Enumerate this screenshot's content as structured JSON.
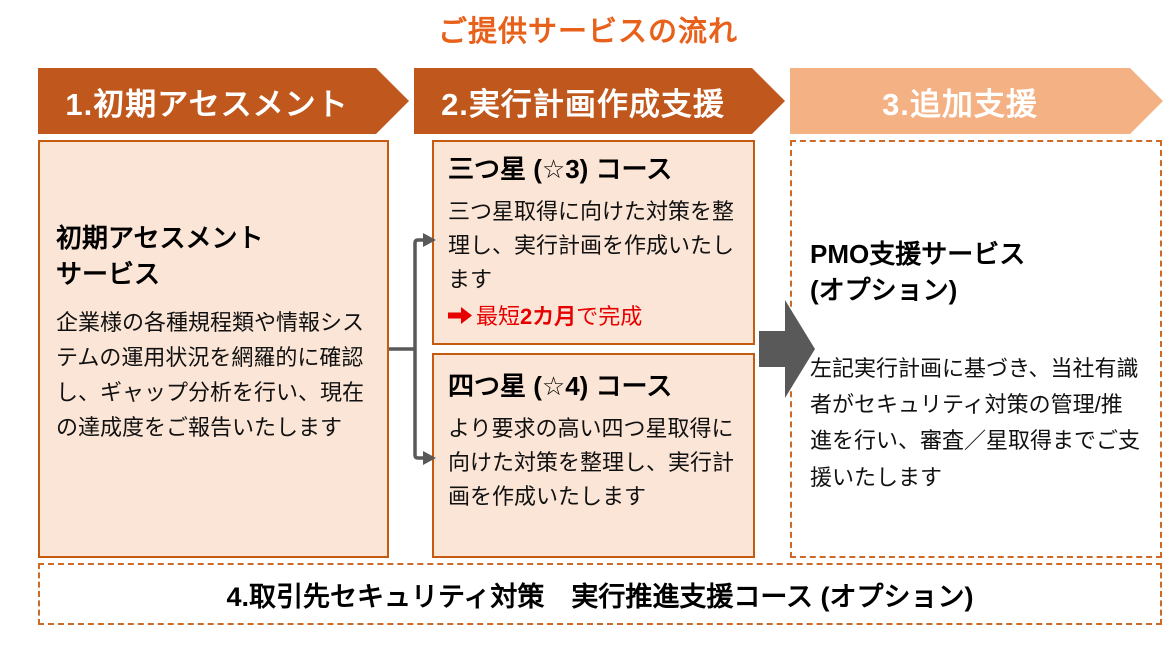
{
  "title": "ご提供サービスの流れ",
  "colors": {
    "accent-dark": "#C0571C",
    "accent-light": "#F4B183",
    "accent-title": "#E8611B",
    "box-fill": "#FBE5D6",
    "box-border": "#C55A11",
    "dashed-border": "#CE6A28",
    "arrow-gray": "#595959",
    "highlight-red": "#E60000"
  },
  "steps": [
    {
      "label": "1.初期アセスメント"
    },
    {
      "label": "2.実行計画作成支援"
    },
    {
      "label": "3.追加支援"
    }
  ],
  "assessment": {
    "heading_line1": "初期アセスメント",
    "heading_line2": "サービス",
    "body": "企業様の各種規程類や情報システムの運用状況を網羅的に確認し、ギャップ分析を行い、現在の達成度をご報告いたします"
  },
  "courses": [
    {
      "heading": "三つ星 (☆3) コース",
      "body": "三つ星取得に向けた対策を整理し、実行計画を作成いたします",
      "note_prefix": "最短",
      "note_bold": "2カ月",
      "note_suffix": "で完成"
    },
    {
      "heading": "四つ星 (☆4) コース",
      "body": "より要求の高い四つ星取得に向けた対策を整理し、実行計画を作成いたします"
    }
  ],
  "pmo": {
    "heading_line1": "PMO支援サービス",
    "heading_line2": "(オプション)",
    "body": "左記実行計画に基づき、当社有識者がセキュリティ対策の管理/推進を行い、審査／星取得までご支援いたします"
  },
  "footer": {
    "label": "4.取引先セキュリティ対策　実行推進支援コース (オプション)"
  }
}
